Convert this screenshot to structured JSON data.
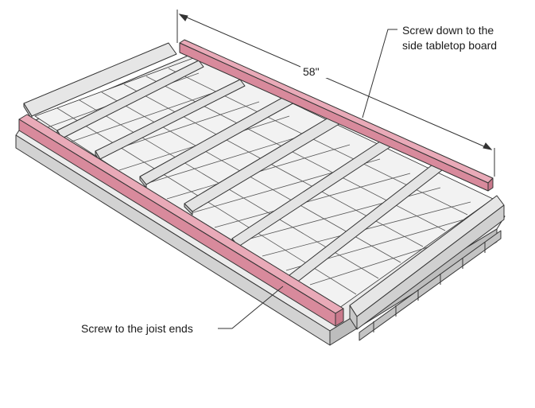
{
  "annotations": {
    "dimension": "58\"",
    "top_callout_line1": "Screw down to the",
    "top_callout_line2": "side tabletop board",
    "bottom_callout": "Screw to the joist ends"
  },
  "colors": {
    "outline": "#333333",
    "board_top": "#ececec",
    "board_side": "#d2d2d2",
    "board_front": "#bdbdbd",
    "highlight_top": "#e9aab8",
    "highlight_side": "#d88a9c",
    "background": "#ffffff"
  }
}
